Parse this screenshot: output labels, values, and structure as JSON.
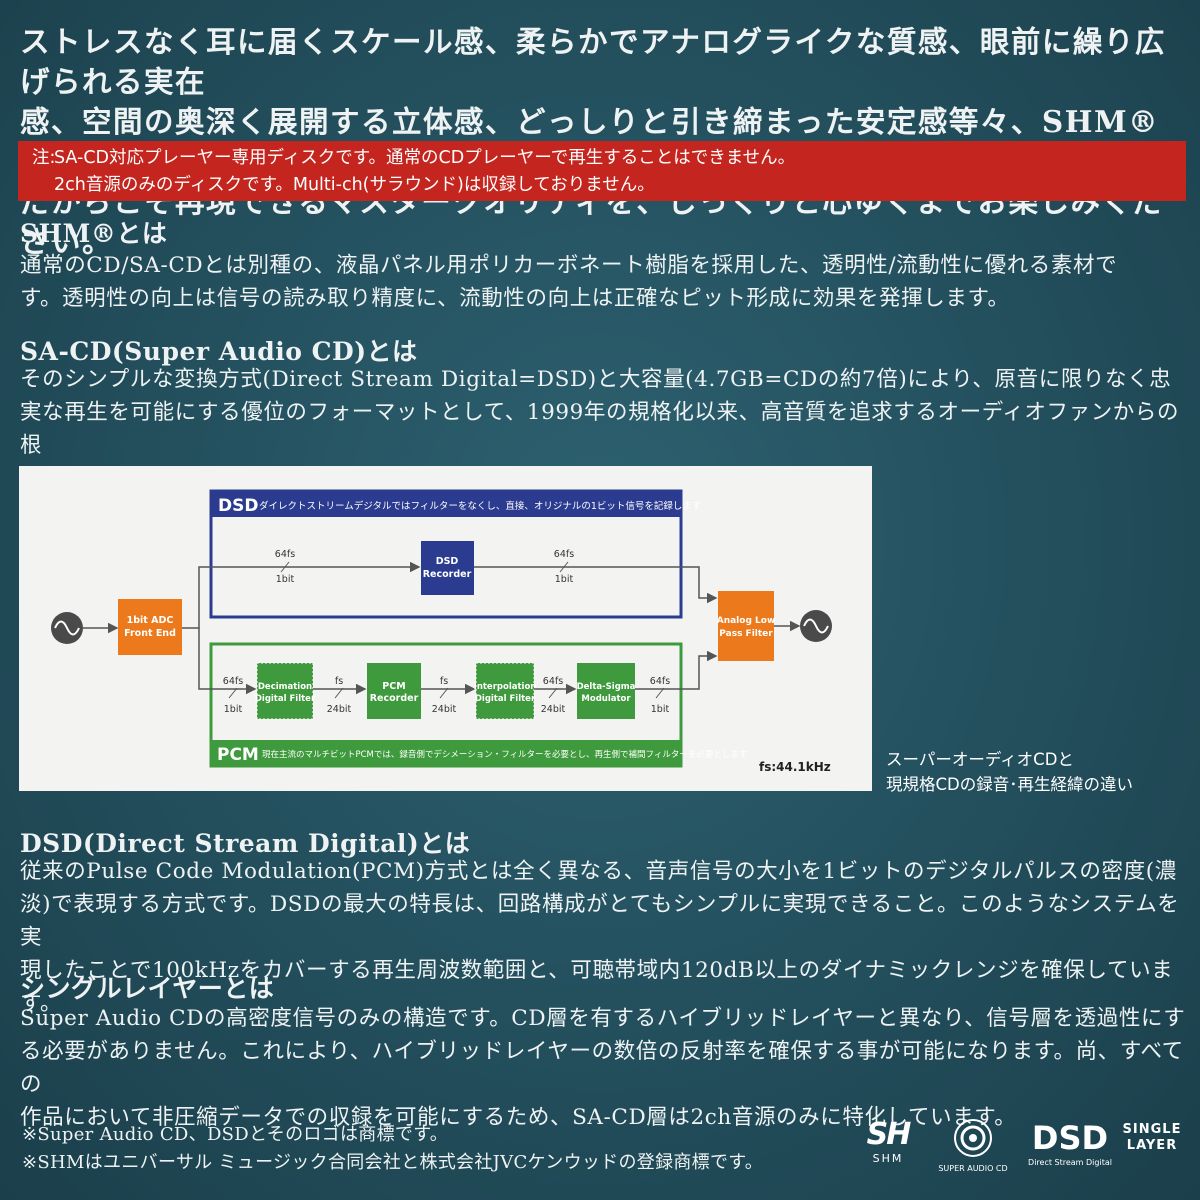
{
  "intro": {
    "text": "ストレスなく耳に届くスケール感、柔らかでアナログライクな質感、眼前に繰り広げられる実在\n感、空間の奥深く展開する立体感、どっしりと引き締まった安定感等々、SHM®仕様のSA-CD\nだからこそ再現できるマスタークオリティを、じっくりと心ゆくまでお楽しみください。"
  },
  "notice": {
    "label": "注:",
    "line1": "SA-CD対応プレーヤー専用ディスクです。通常のCDプレーヤーで再生することはできません。",
    "line2": "2ch音源のみのディスクです。Multi-ch(サラウンド)は収録しておりません。"
  },
  "sections": {
    "shm": {
      "heading": "SHM®とは",
      "body": "通常のCD/SA-CDとは別種の、液晶パネル用ポリカーボネート樹脂を採用した、透明性/流動性に優れる素材で\nす。透明性の向上は信号の読み取り精度に、流動性の向上は正確なピット形成に効果を発揮します。"
    },
    "sacd": {
      "heading": "SA-CD(Super Audio CD)とは",
      "body": "そのシンプルな変換方式(Direct Stream Digital=DSD)と大容量(4.7GB=CDの約7倍)により、原音に限りなく忠\n実な再生を可能にする優位のフォーマットとして、1999年の規格化以来、高音質を追求するオーディオファンからの根\n強い人気を保っています。"
    },
    "dsd": {
      "heading": "DSD(Direct Stream Digital)とは",
      "body": "従来のPulse Code Modulation(PCM)方式とは全く異なる、音声信号の大小を1ビットのデジタルパルスの密度(濃\n淡)で表現する方式です。DSDの最大の特長は、回路構成がとてもシンプルに実現できること。このようなシステムを実\n現したことで100kHzをカバーする再生周波数範囲と、可聴帯域内120dB以上のダイナミックレンジを確保しています。"
    },
    "single": {
      "heading": "シングルレイヤーとは",
      "body": "Super Audio CDの高密度信号のみの構造です。CD層を有するハイブリッドレイヤーと異なり、信号層を透過性にす\nる必要がありません。これにより、ハイブリッドレイヤーの数倍の反射率を確保する事が可能になります。尚、すべての\n作品において非圧縮データでの収録を可能にするため、SA-CD層は2ch音源のみに特化しています。"
    }
  },
  "diagram": {
    "dsd_title": "DSD",
    "dsd_desc": "ダイレクトストリームデジタルではフィルターをなくし、直接、オリジナルの1ビット信号を記録します",
    "pcm_title": "PCM",
    "pcm_desc": "現在主流のマルチビットPCMでは、録音側でデシメーション・フィルターを必要とし、再生側で補間フィルターを必要とします",
    "blocks": {
      "adc_1": "1bit ADC",
      "adc_2": "Front End",
      "dsd_rec_1": "DSD",
      "dsd_rec_2": "Recorder",
      "alpf_1": "Analog Low",
      "alpf_2": "Pass Filter",
      "dec_1": "Decimation",
      "dec_2": "Digital Filter",
      "pcm_rec_1": "PCM",
      "pcm_rec_2": "Recorder",
      "interp_1": "Interpolation",
      "interp_2": "Digital Filter",
      "ds_1": "Delta-Sigma",
      "ds_2": "Modulator"
    },
    "rates": {
      "dsd_in_top": "64fs",
      "dsd_in_bot": "1bit",
      "dsd_out_top": "64fs",
      "dsd_out_bot": "1bit",
      "p1_top": "64fs",
      "p1_bot": "1bit",
      "p2_top": "fs",
      "p2_bot": "24bit",
      "p3_top": "fs",
      "p3_bot": "24bit",
      "p4_top": "64fs",
      "p4_bot": "24bit",
      "p5_top": "64fs",
      "p5_bot": "1bit"
    },
    "fs_note": "fs:44.1kHz",
    "colors": {
      "dsd": "#2b3b8f",
      "pcm": "#3e9a3c",
      "orange": "#ec7a1c"
    }
  },
  "caption": {
    "line1": "スーパーオーディオCDと",
    "line2": "現規格CDの録音･再生経緯の違い"
  },
  "footer": {
    "line1": "※Super Audio CD、DSDとそのロゴは商標です。",
    "line2": "※SHMはユニバーサル ミュージック合同会社と株式会社JVCケンウッドの登録商標です。"
  },
  "logos": {
    "shm_top": "SH",
    "shm_bottom": "SHM",
    "sacd_label": "SUPER AUDIO CD",
    "dsd_label": "DSD",
    "dsd_sub": "Direct Stream Digital",
    "single_1": "SINGLE",
    "single_2": "LAYER"
  }
}
